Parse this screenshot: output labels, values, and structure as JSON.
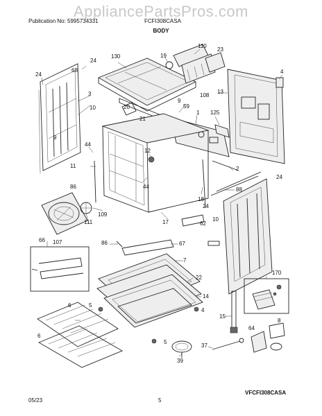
{
  "watermark": "AppliancePartsPros.com",
  "header": {
    "publication": "Publication No: 5995734331",
    "model": "FCFI308CASA",
    "section": "BODY"
  },
  "callouts": [
    "130",
    "19",
    "110",
    "23",
    "24",
    "24",
    "68",
    "3",
    "10",
    "108",
    "13",
    "4",
    "20",
    "9",
    "59",
    "1",
    "125",
    "21",
    "9",
    "44",
    "12",
    "11",
    "44",
    "2",
    "88",
    "24",
    "86",
    "18",
    "24",
    "62",
    "111",
    "109",
    "17",
    "10",
    "107",
    "66",
    "86",
    "67",
    "7",
    "170",
    "22",
    "14",
    "5",
    "6",
    "15",
    "4",
    "64",
    "8",
    "5",
    "39",
    "37",
    "6"
  ],
  "footer": {
    "diagram_code": "VFCFI308CASA",
    "date": "05/23",
    "page": "5"
  }
}
